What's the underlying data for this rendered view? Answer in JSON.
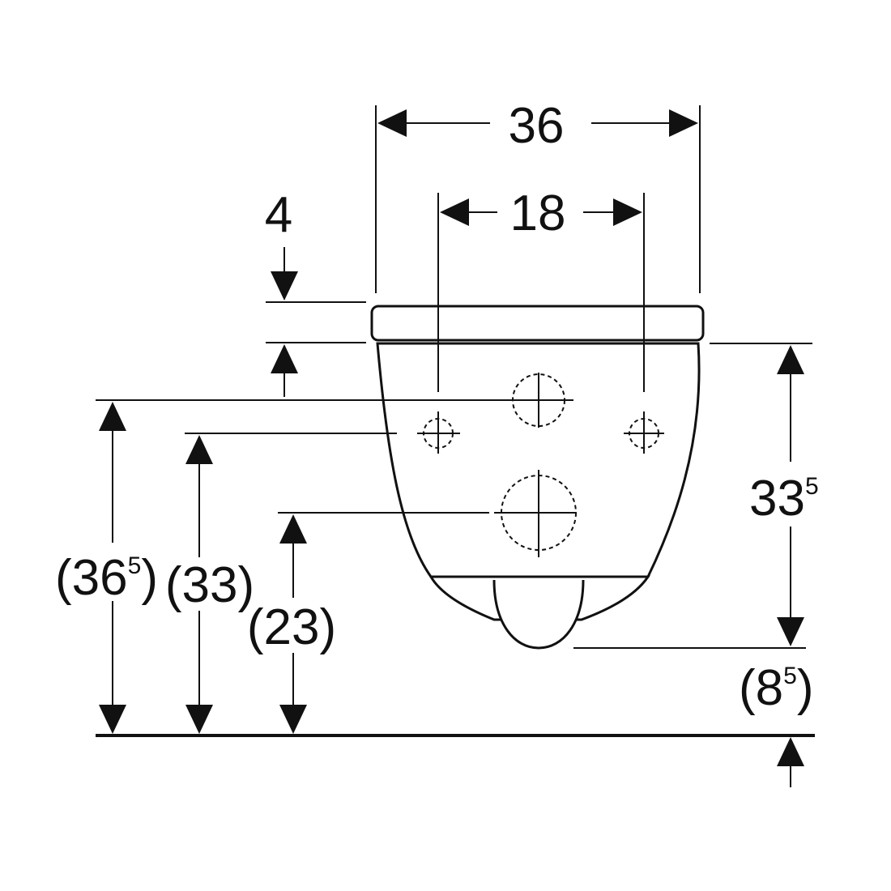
{
  "dimensions": {
    "overall_width": "36",
    "fixing_spacing": "18",
    "seat_thickness": "4",
    "bowl_height": {
      "base": "33",
      "sup": "5"
    },
    "top_fixing_height": {
      "open": "(",
      "base": "36",
      "sup": "5",
      "close": ")"
    },
    "side_fixing_height": "(33)",
    "outlet_height": "(23)",
    "outlet_clearance": {
      "open": "(",
      "base": "8",
      "sup": "5",
      "close": ")"
    }
  },
  "colors": {
    "ink": "#111111",
    "background": "#ffffff"
  }
}
